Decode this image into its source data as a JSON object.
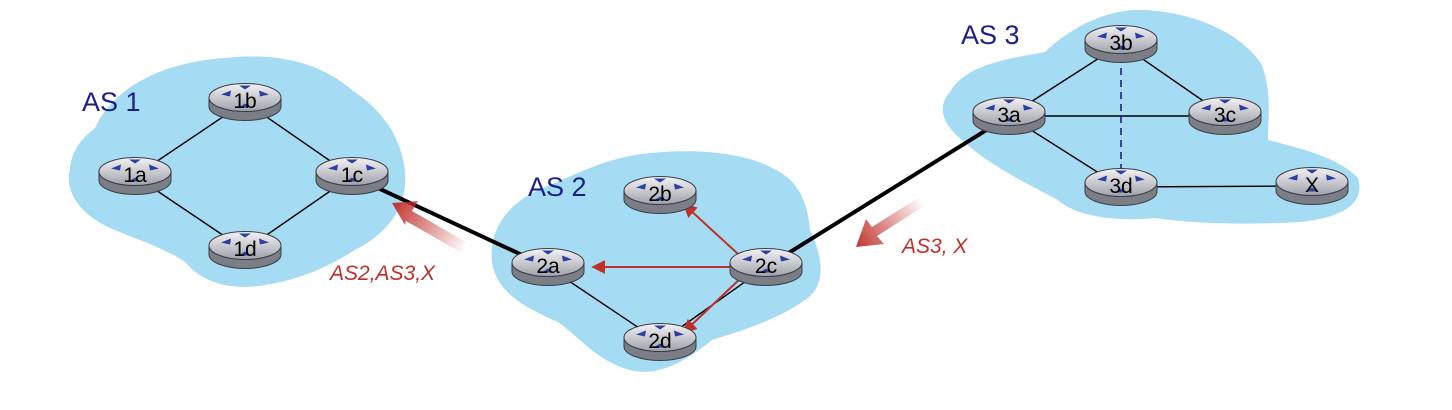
{
  "colors": {
    "cloud": "#a6dcf3",
    "as_label": "#1b1f8a",
    "route": "#c0302a",
    "link": "#000000",
    "ibgp": "#1b1f8a"
  },
  "as_labels": [
    {
      "id": "as1",
      "text": "AS 1"
    },
    {
      "id": "as2",
      "text": "AS 2"
    },
    {
      "id": "as3",
      "text": "AS 3"
    }
  ],
  "routers": [
    {
      "id": "1a",
      "label": "1a"
    },
    {
      "id": "1b",
      "label": "1b"
    },
    {
      "id": "1c",
      "label": "1c"
    },
    {
      "id": "1d",
      "label": "1d"
    },
    {
      "id": "2a",
      "label": "2a"
    },
    {
      "id": "2b",
      "label": "2b"
    },
    {
      "id": "2c",
      "label": "2c"
    },
    {
      "id": "2d",
      "label": "2d"
    },
    {
      "id": "3a",
      "label": "3a"
    },
    {
      "id": "3b",
      "label": "3b"
    },
    {
      "id": "3c",
      "label": "3c"
    },
    {
      "id": "3d",
      "label": "3d"
    },
    {
      "id": "x",
      "label": "X"
    }
  ],
  "links": [
    {
      "from": "1a",
      "to": "1b",
      "kind": "intra"
    },
    {
      "from": "1b",
      "to": "1c",
      "kind": "intra"
    },
    {
      "from": "1c",
      "to": "1d",
      "kind": "intra"
    },
    {
      "from": "1d",
      "to": "1a",
      "kind": "intra"
    },
    {
      "from": "1c",
      "to": "2a",
      "kind": "inter"
    },
    {
      "from": "2a",
      "to": "2d",
      "kind": "intra"
    },
    {
      "from": "2d",
      "to": "2c",
      "kind": "intra"
    },
    {
      "from": "2c",
      "to": "3a",
      "kind": "inter"
    },
    {
      "from": "3a",
      "to": "3b",
      "kind": "intra"
    },
    {
      "from": "3a",
      "to": "3c",
      "kind": "intra"
    },
    {
      "from": "3a",
      "to": "3d",
      "kind": "intra"
    },
    {
      "from": "3b",
      "to": "3c",
      "kind": "intra"
    },
    {
      "from": "3b",
      "to": "3d",
      "kind": "ibgp"
    },
    {
      "from": "3d",
      "to": "x",
      "kind": "intra"
    }
  ],
  "internal_advertisements": [
    {
      "from": "2c",
      "to": "2a"
    },
    {
      "from": "2c",
      "to": "2b"
    },
    {
      "from": "2c",
      "to": "2d"
    }
  ],
  "route_advertisements": [
    {
      "id": "adv-as3",
      "text": "AS3, X"
    },
    {
      "id": "adv-as2",
      "text": "AS2,AS3,X"
    }
  ]
}
